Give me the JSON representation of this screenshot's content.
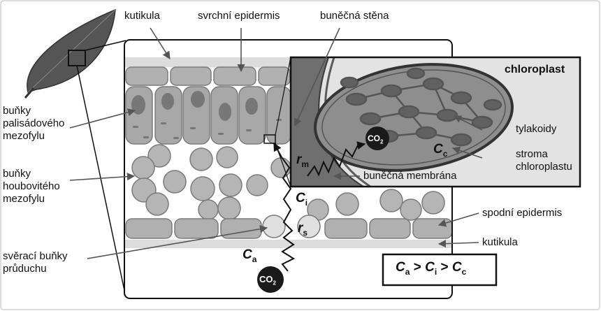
{
  "labels": {
    "kutikula_top": "kutikula",
    "upper_epidermis": "svrchní epidermis",
    "cell_wall": "buněčná stěna",
    "chloroplast": "chloroplast",
    "palisade": [
      "buňky",
      "palisádového",
      "mezofylu"
    ],
    "spongy": [
      "buňky",
      "houbovitého",
      "mezofylu"
    ],
    "guard_cells": [
      "svěrací buňky",
      "průduchu"
    ],
    "thylakoids": "tylakoidy",
    "stroma": [
      "stroma",
      "chloroplastu"
    ],
    "cell_membrane": "buněčná membrána",
    "lower_epidermis": "spodní epidermis",
    "kutikula_bottom": "kutikula"
  },
  "symbols": {
    "C": "C",
    "r": "r",
    "sub_a": "a",
    "sub_i": "i",
    "sub_c": "c",
    "sub_m": "m",
    "sub_s": "s",
    "co2_main": "CO",
    "co2_sub": "2",
    "gt": ">"
  },
  "colors": {
    "cell_fill": "#a9a9a9",
    "cell_stroke": "#6e6e6e",
    "cuticle": "#d9d9d9",
    "chloroplast_fill": "#8c8c8c",
    "thylakoid": "#5f5f5f",
    "co2_fill": "#1a1a1a"
  }
}
